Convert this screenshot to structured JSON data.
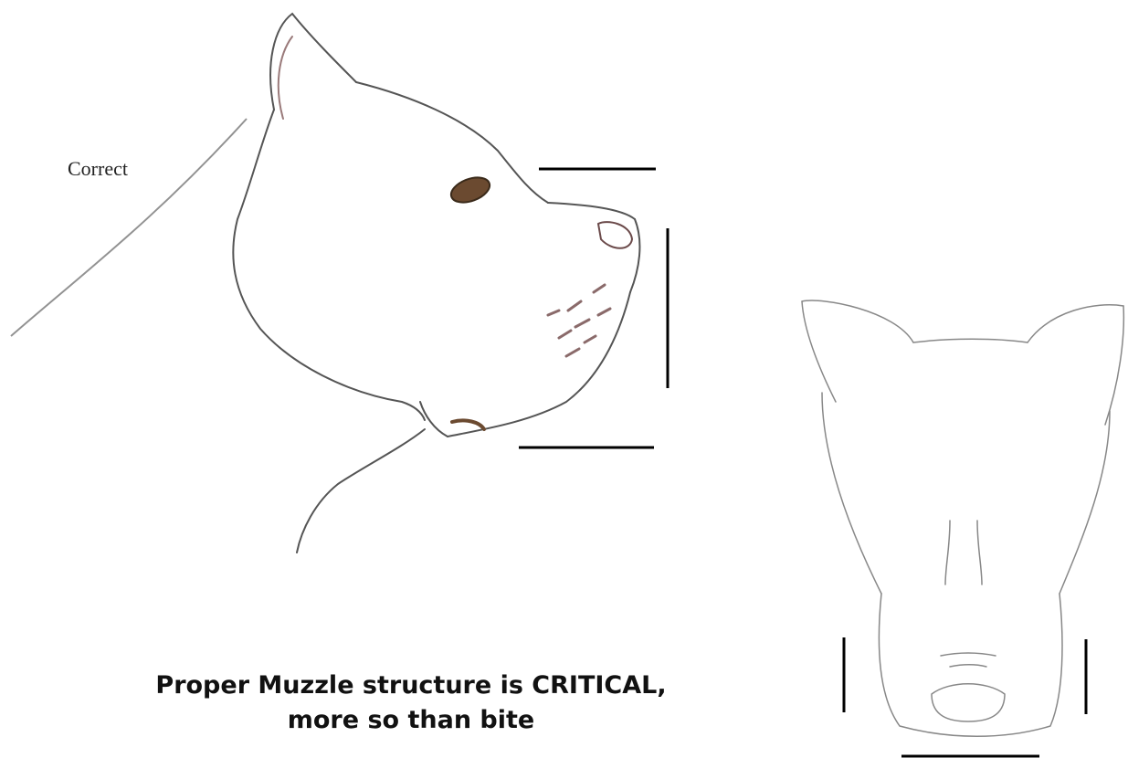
{
  "labels": {
    "correct": "Correct"
  },
  "caption": {
    "line1": "Proper Muzzle structure is CRITICAL,",
    "line2": "more so than bite"
  },
  "colors": {
    "outline": "#555555",
    "sketch_shade": "#8a6a6a",
    "eye": "#6b4a30",
    "measure_lines": "#000000"
  }
}
